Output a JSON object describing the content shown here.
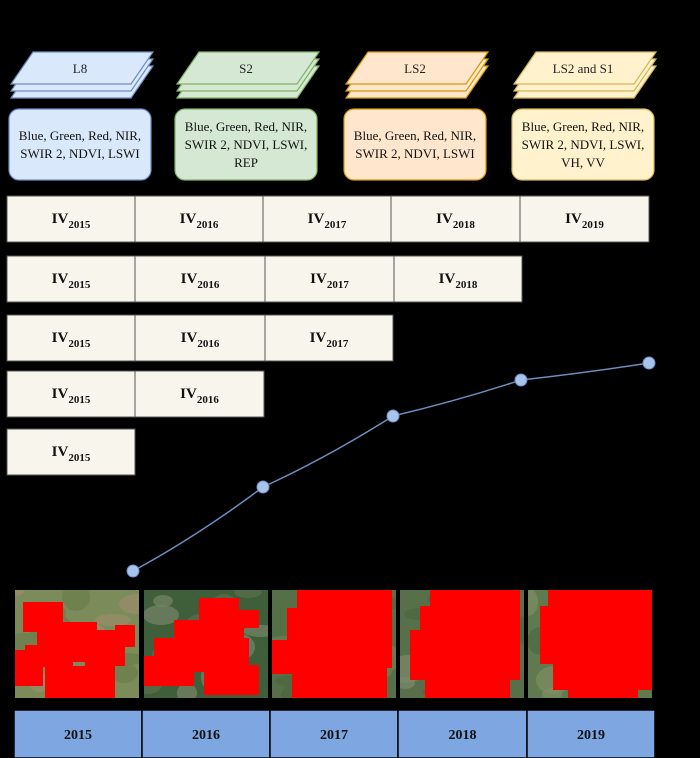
{
  "sources": [
    {
      "label": "L8",
      "bands": [
        "Blue, Green, Red, NIR,",
        "SWIR 2, NDVI, LSWI"
      ],
      "fill": "#dae8fc",
      "stroke": "#6c8ebf"
    },
    {
      "label": "S2",
      "bands": [
        "Blue, Green, Red, NIR,",
        "SWIR 2, NDVI, LSWI,",
        "REP"
      ],
      "fill": "#d5e8d4",
      "stroke": "#82b366"
    },
    {
      "label": "LS2",
      "bands": [
        "Blue, Green, Red, NIR,",
        "SWIR 2, NDVI, LSWI"
      ],
      "fill": "#ffe6cc",
      "stroke": "#d79b00"
    },
    {
      "label": "LS2 and S1",
      "bands": [
        "Blue, Green, Red, NIR,",
        "SWIR 2, NDVI, LSWI,",
        "VH, VV"
      ],
      "fill": "#fff2cc",
      "stroke": "#d6b656"
    }
  ],
  "iv_prefix": "IV",
  "iv_rows": [
    [
      "2015",
      "2016",
      "2017",
      "2018",
      "2019"
    ],
    [
      "2015",
      "2016",
      "2017",
      "2018"
    ],
    [
      "2015",
      "2016",
      "2017"
    ],
    [
      "2015",
      "2016"
    ],
    [
      "2015"
    ]
  ],
  "years": [
    "2015",
    "2016",
    "2017",
    "2018",
    "2019"
  ],
  "colors": {
    "iv_cell": "#f7f5ec",
    "year_bar": "#7ea6e0",
    "curve": "#6c8ebf",
    "marker": "#a9c4eb",
    "mask": "#ff0000"
  }
}
